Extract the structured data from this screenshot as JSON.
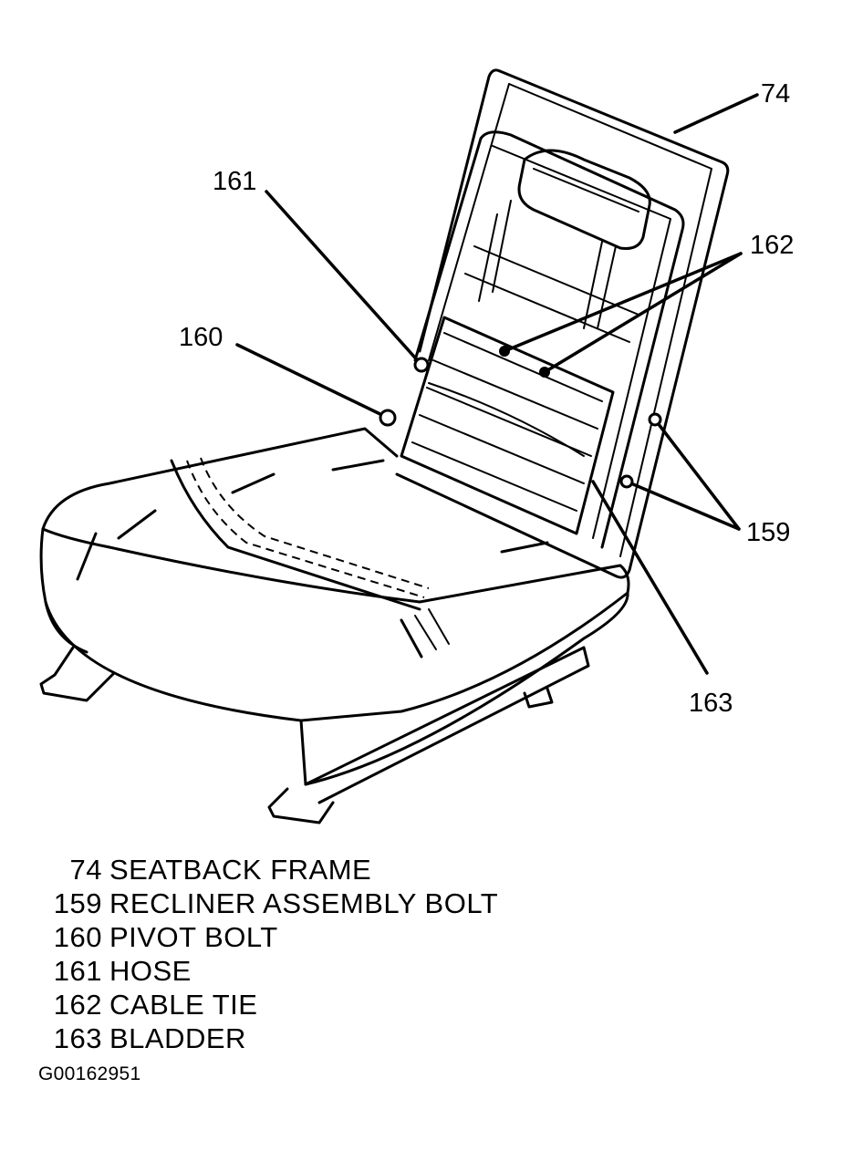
{
  "callouts": [
    {
      "id": "c74",
      "label": "74"
    },
    {
      "id": "c161",
      "label": "161"
    },
    {
      "id": "c162",
      "label": "162"
    },
    {
      "id": "c160",
      "label": "160"
    },
    {
      "id": "c159",
      "label": "159"
    },
    {
      "id": "c163",
      "label": "163"
    }
  ],
  "legend": [
    {
      "number": "74",
      "text": "SEATBACK FRAME"
    },
    {
      "number": "159",
      "text": "RECLINER ASSEMBLY BOLT"
    },
    {
      "number": "160",
      "text": "PIVOT BOLT"
    },
    {
      "number": "161",
      "text": "HOSE"
    },
    {
      "number": "162",
      "text": "CABLE TIE"
    },
    {
      "number": "163",
      "text": "BLADDER"
    }
  ],
  "figure_id": "G00162951"
}
